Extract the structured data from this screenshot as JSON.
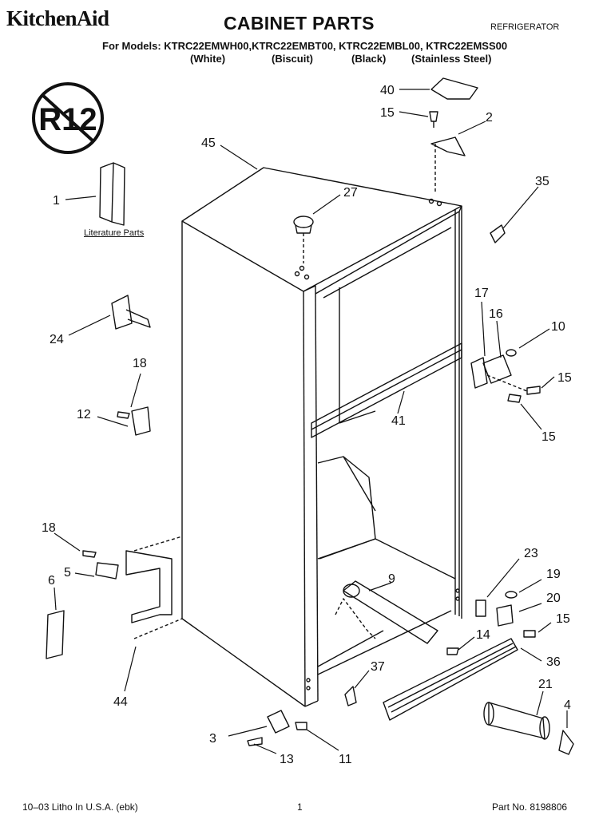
{
  "header": {
    "brand": "KitchenAid",
    "title": "CABINET PARTS",
    "category": "REFRIGERATOR",
    "models_line": "For Models: KTRC22EMWH00,KTRC22EMBT00, KTRC22EMBL00, KTRC22EMSS00",
    "variants": [
      "(White)",
      "(Biscuit)",
      "(Black)",
      "(Stainless Steel)"
    ]
  },
  "badge": {
    "text": "R12"
  },
  "literature_label": "Literature Parts",
  "callouts": [
    "40",
    "15",
    "2",
    "45",
    "27",
    "35",
    "1",
    "24",
    "17",
    "16",
    "10",
    "18",
    "15",
    "12",
    "41",
    "15",
    "18",
    "5",
    "6",
    "23",
    "9",
    "19",
    "20",
    "15",
    "14",
    "36",
    "44",
    "37",
    "21",
    "3",
    "4",
    "13",
    "11"
  ],
  "footer": {
    "left": "10–03 Litho In U.S.A. (ebk)",
    "page": "1",
    "part_no": "Part No. 8198806"
  }
}
